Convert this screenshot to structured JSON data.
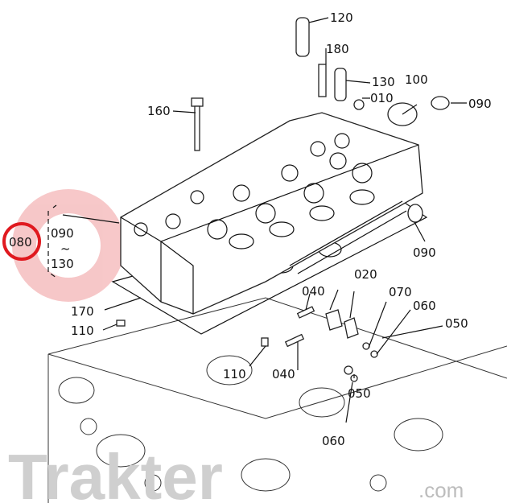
{
  "title": "Cylinder head parts diagram",
  "highlight_color": "#e0191f",
  "watermark": {
    "brand": "Trakter",
    "suffix": ".com"
  },
  "callouts": {
    "c120": "120",
    "c180": "180",
    "c130": "130",
    "c100": "100",
    "c090a": "090",
    "c010": "010",
    "c160": "160",
    "c080": "080",
    "c090b": "090",
    "c_tilde": "~",
    "c130b": "130",
    "c090c": "090",
    "c040a": "040",
    "c020": "020",
    "c070": "070",
    "c060a": "060",
    "c050a": "050",
    "c170": "170",
    "c110a": "110",
    "c110b": "110",
    "c040b": "040",
    "c050b": "050",
    "c060b": "060"
  }
}
